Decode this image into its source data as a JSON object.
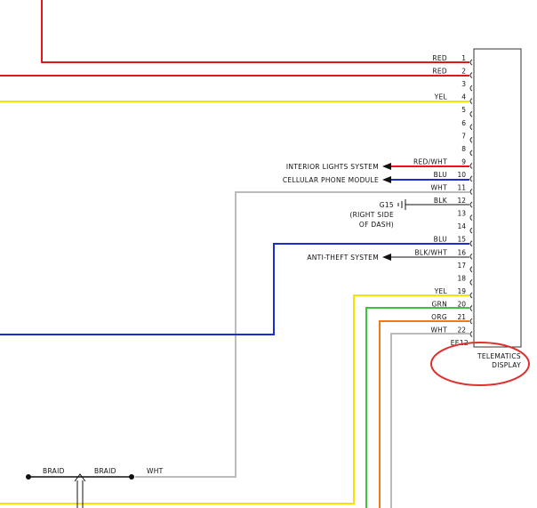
{
  "connector": {
    "name_line1": "TELEMATICS",
    "name_line2": "DISPLAY",
    "code": "EE12",
    "highlight_color": "#e03030"
  },
  "pins": [
    {
      "num": "1",
      "wire": "RED",
      "color": "#e8141c"
    },
    {
      "num": "2",
      "wire": "RED",
      "color": "#e8141c"
    },
    {
      "num": "3",
      "wire": "",
      "color": ""
    },
    {
      "num": "4",
      "wire": "YEL",
      "color": "#f4e400"
    },
    {
      "num": "5",
      "wire": "",
      "color": ""
    },
    {
      "num": "6",
      "wire": "",
      "color": ""
    },
    {
      "num": "7",
      "wire": "",
      "color": ""
    },
    {
      "num": "8",
      "wire": "",
      "color": ""
    },
    {
      "num": "9",
      "wire": "RED/WHT",
      "color": "#e8141c"
    },
    {
      "num": "10",
      "wire": "BLU",
      "color": "#1a2ed0"
    },
    {
      "num": "11",
      "wire": "WHT",
      "color": "#bbbbbb"
    },
    {
      "num": "12",
      "wire": "BLK",
      "color": "#111111"
    },
    {
      "num": "13",
      "wire": "",
      "color": ""
    },
    {
      "num": "14",
      "wire": "",
      "color": ""
    },
    {
      "num": "15",
      "wire": "BLU",
      "color": "#1a2ed0"
    },
    {
      "num": "16",
      "wire": "BLK/WHT",
      "color": "#111111"
    },
    {
      "num": "17",
      "wire": "",
      "color": ""
    },
    {
      "num": "18",
      "wire": "",
      "color": ""
    },
    {
      "num": "19",
      "wire": "YEL",
      "color": "#f4e400"
    },
    {
      "num": "20",
      "wire": "GRN",
      "color": "#3cc43c"
    },
    {
      "num": "21",
      "wire": "ORG",
      "color": "#f07a1a"
    },
    {
      "num": "22",
      "wire": "WHT",
      "color": "#bbbbbb"
    }
  ],
  "destinations": {
    "interior_lights": "INTERIOR LIGHTS SYSTEM",
    "cellular_phone": "CELLULAR PHONE MODULE",
    "anti_theft": "ANTI-THEFT SYSTEM"
  },
  "ground": {
    "code": "G15",
    "location_line1": "(RIGHT SIDE",
    "location_line2": "OF DASH)"
  },
  "bottom": {
    "braid_left": "BRAID",
    "braid_right": "BRAID",
    "wire_label": "WHT"
  }
}
